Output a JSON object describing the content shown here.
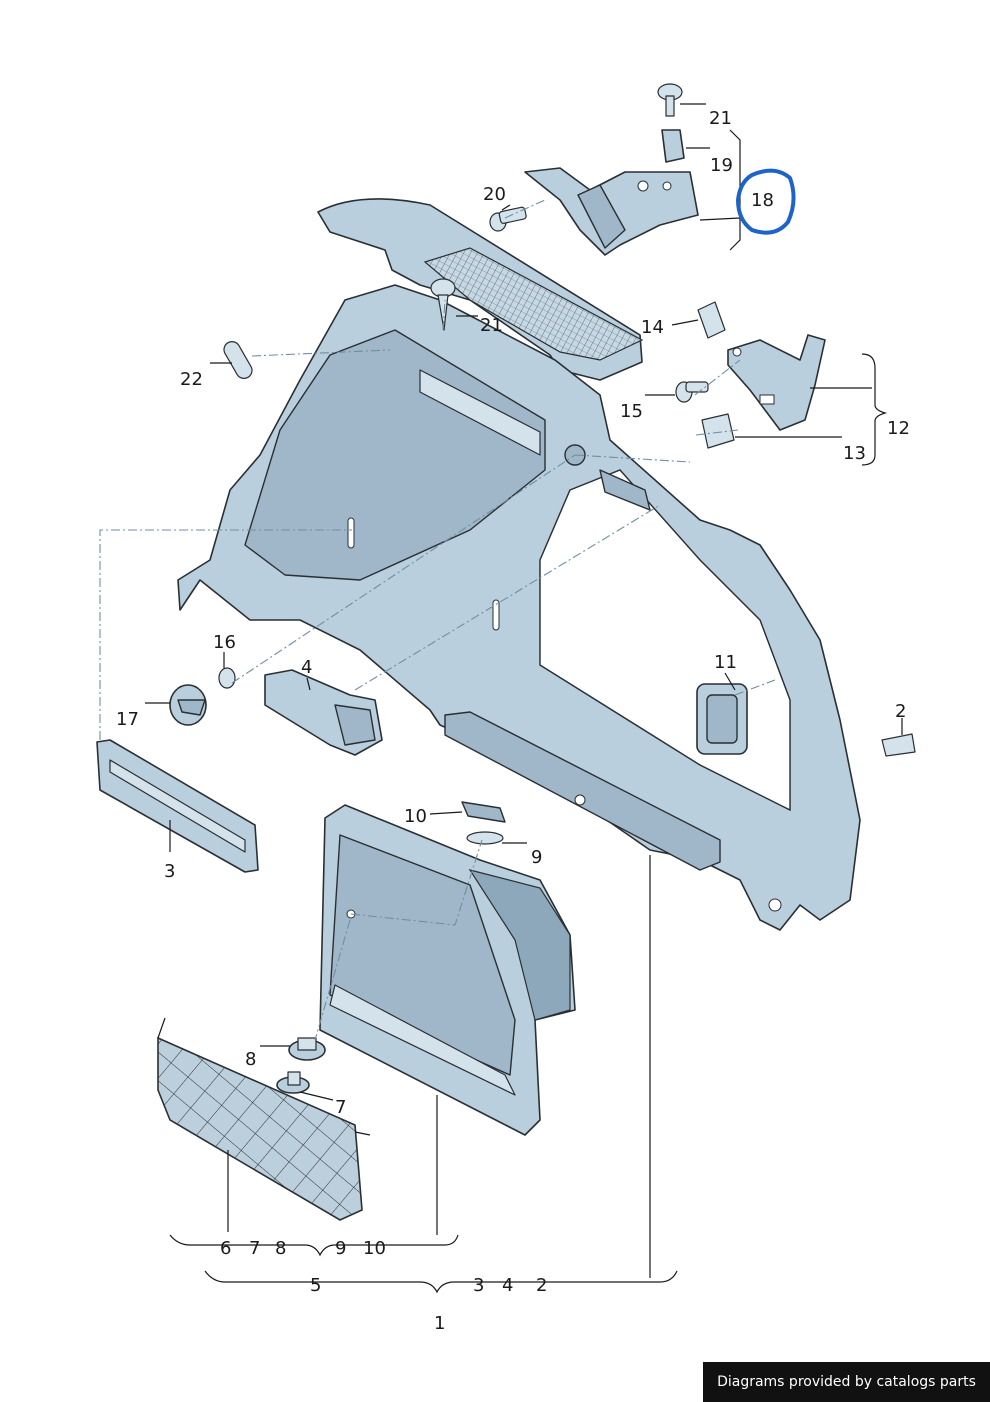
{
  "callouts": {
    "c21a": "21",
    "c19": "19",
    "c18": "18",
    "c20": "20",
    "c21b": "21",
    "c14": "14",
    "c22": "22",
    "c15": "15",
    "c12": "12",
    "c13": "13",
    "c16": "16",
    "c4": "4",
    "c11": "11",
    "c17": "17",
    "c2": "2",
    "c10": "10",
    "c9": "9",
    "c3": "3",
    "c8": "8",
    "c7": "7"
  },
  "groups": {
    "g1_parts": [
      "6",
      "7",
      "8",
      "9",
      "10"
    ],
    "g2_left": "5",
    "g2_right": [
      "3",
      "4",
      "2"
    ],
    "g3": "1"
  },
  "footer": {
    "text": "Diagrams provided by catalogs parts"
  },
  "highlight_color": "#1e64c8",
  "part_color": "#b9cfdd"
}
